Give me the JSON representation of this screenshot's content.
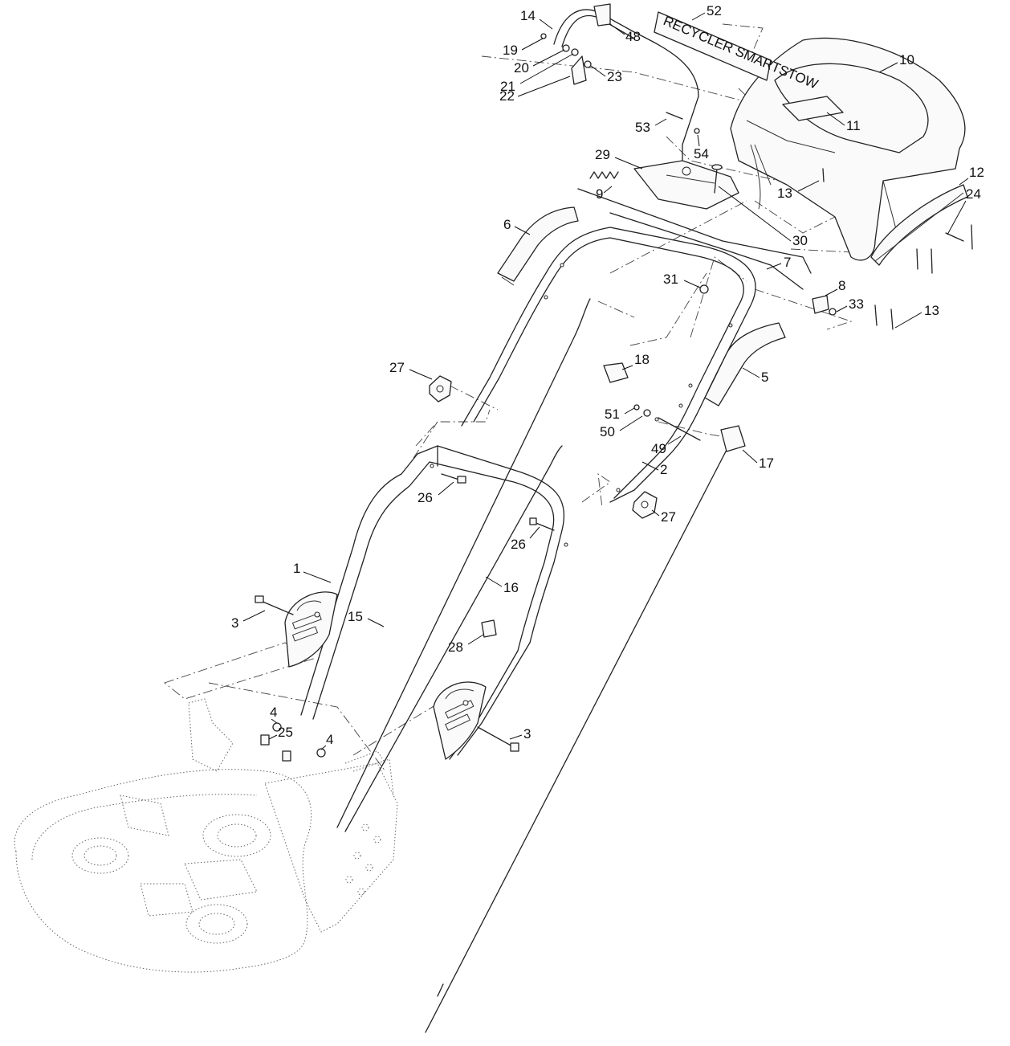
{
  "diagram": {
    "decal_text": "RECYCLER  SMARTSTOW",
    "callouts": [
      {
        "id": "1",
        "label": "1"
      },
      {
        "id": "2",
        "label": "2"
      },
      {
        "id": "3a",
        "label": "3"
      },
      {
        "id": "3b",
        "label": "3"
      },
      {
        "id": "4a",
        "label": "4"
      },
      {
        "id": "4b",
        "label": "4"
      },
      {
        "id": "5",
        "label": "5"
      },
      {
        "id": "6",
        "label": "6"
      },
      {
        "id": "7",
        "label": "7"
      },
      {
        "id": "8",
        "label": "8"
      },
      {
        "id": "9",
        "label": "9"
      },
      {
        "id": "10",
        "label": "10"
      },
      {
        "id": "11",
        "label": "11"
      },
      {
        "id": "12",
        "label": "12"
      },
      {
        "id": "13a",
        "label": "13"
      },
      {
        "id": "13b",
        "label": "13"
      },
      {
        "id": "14",
        "label": "14"
      },
      {
        "id": "15",
        "label": "15"
      },
      {
        "id": "16",
        "label": "16"
      },
      {
        "id": "17",
        "label": "17"
      },
      {
        "id": "18",
        "label": "18"
      },
      {
        "id": "19",
        "label": "19"
      },
      {
        "id": "20",
        "label": "20"
      },
      {
        "id": "21",
        "label": "21"
      },
      {
        "id": "22",
        "label": "22"
      },
      {
        "id": "23",
        "label": "23"
      },
      {
        "id": "24",
        "label": "24"
      },
      {
        "id": "25",
        "label": "25"
      },
      {
        "id": "26a",
        "label": "26"
      },
      {
        "id": "26b",
        "label": "26"
      },
      {
        "id": "27a",
        "label": "27"
      },
      {
        "id": "27b",
        "label": "27"
      },
      {
        "id": "28",
        "label": "28"
      },
      {
        "id": "29",
        "label": "29"
      },
      {
        "id": "30",
        "label": "30"
      },
      {
        "id": "31",
        "label": "31"
      },
      {
        "id": "33",
        "label": "33"
      },
      {
        "id": "48",
        "label": "48"
      },
      {
        "id": "49",
        "label": "49"
      },
      {
        "id": "50",
        "label": "50"
      },
      {
        "id": "51",
        "label": "51"
      },
      {
        "id": "52",
        "label": "52"
      },
      {
        "id": "53",
        "label": "53"
      },
      {
        "id": "54",
        "label": "54"
      }
    ]
  },
  "colors": {
    "line": "#222222",
    "background": "#ffffff"
  }
}
